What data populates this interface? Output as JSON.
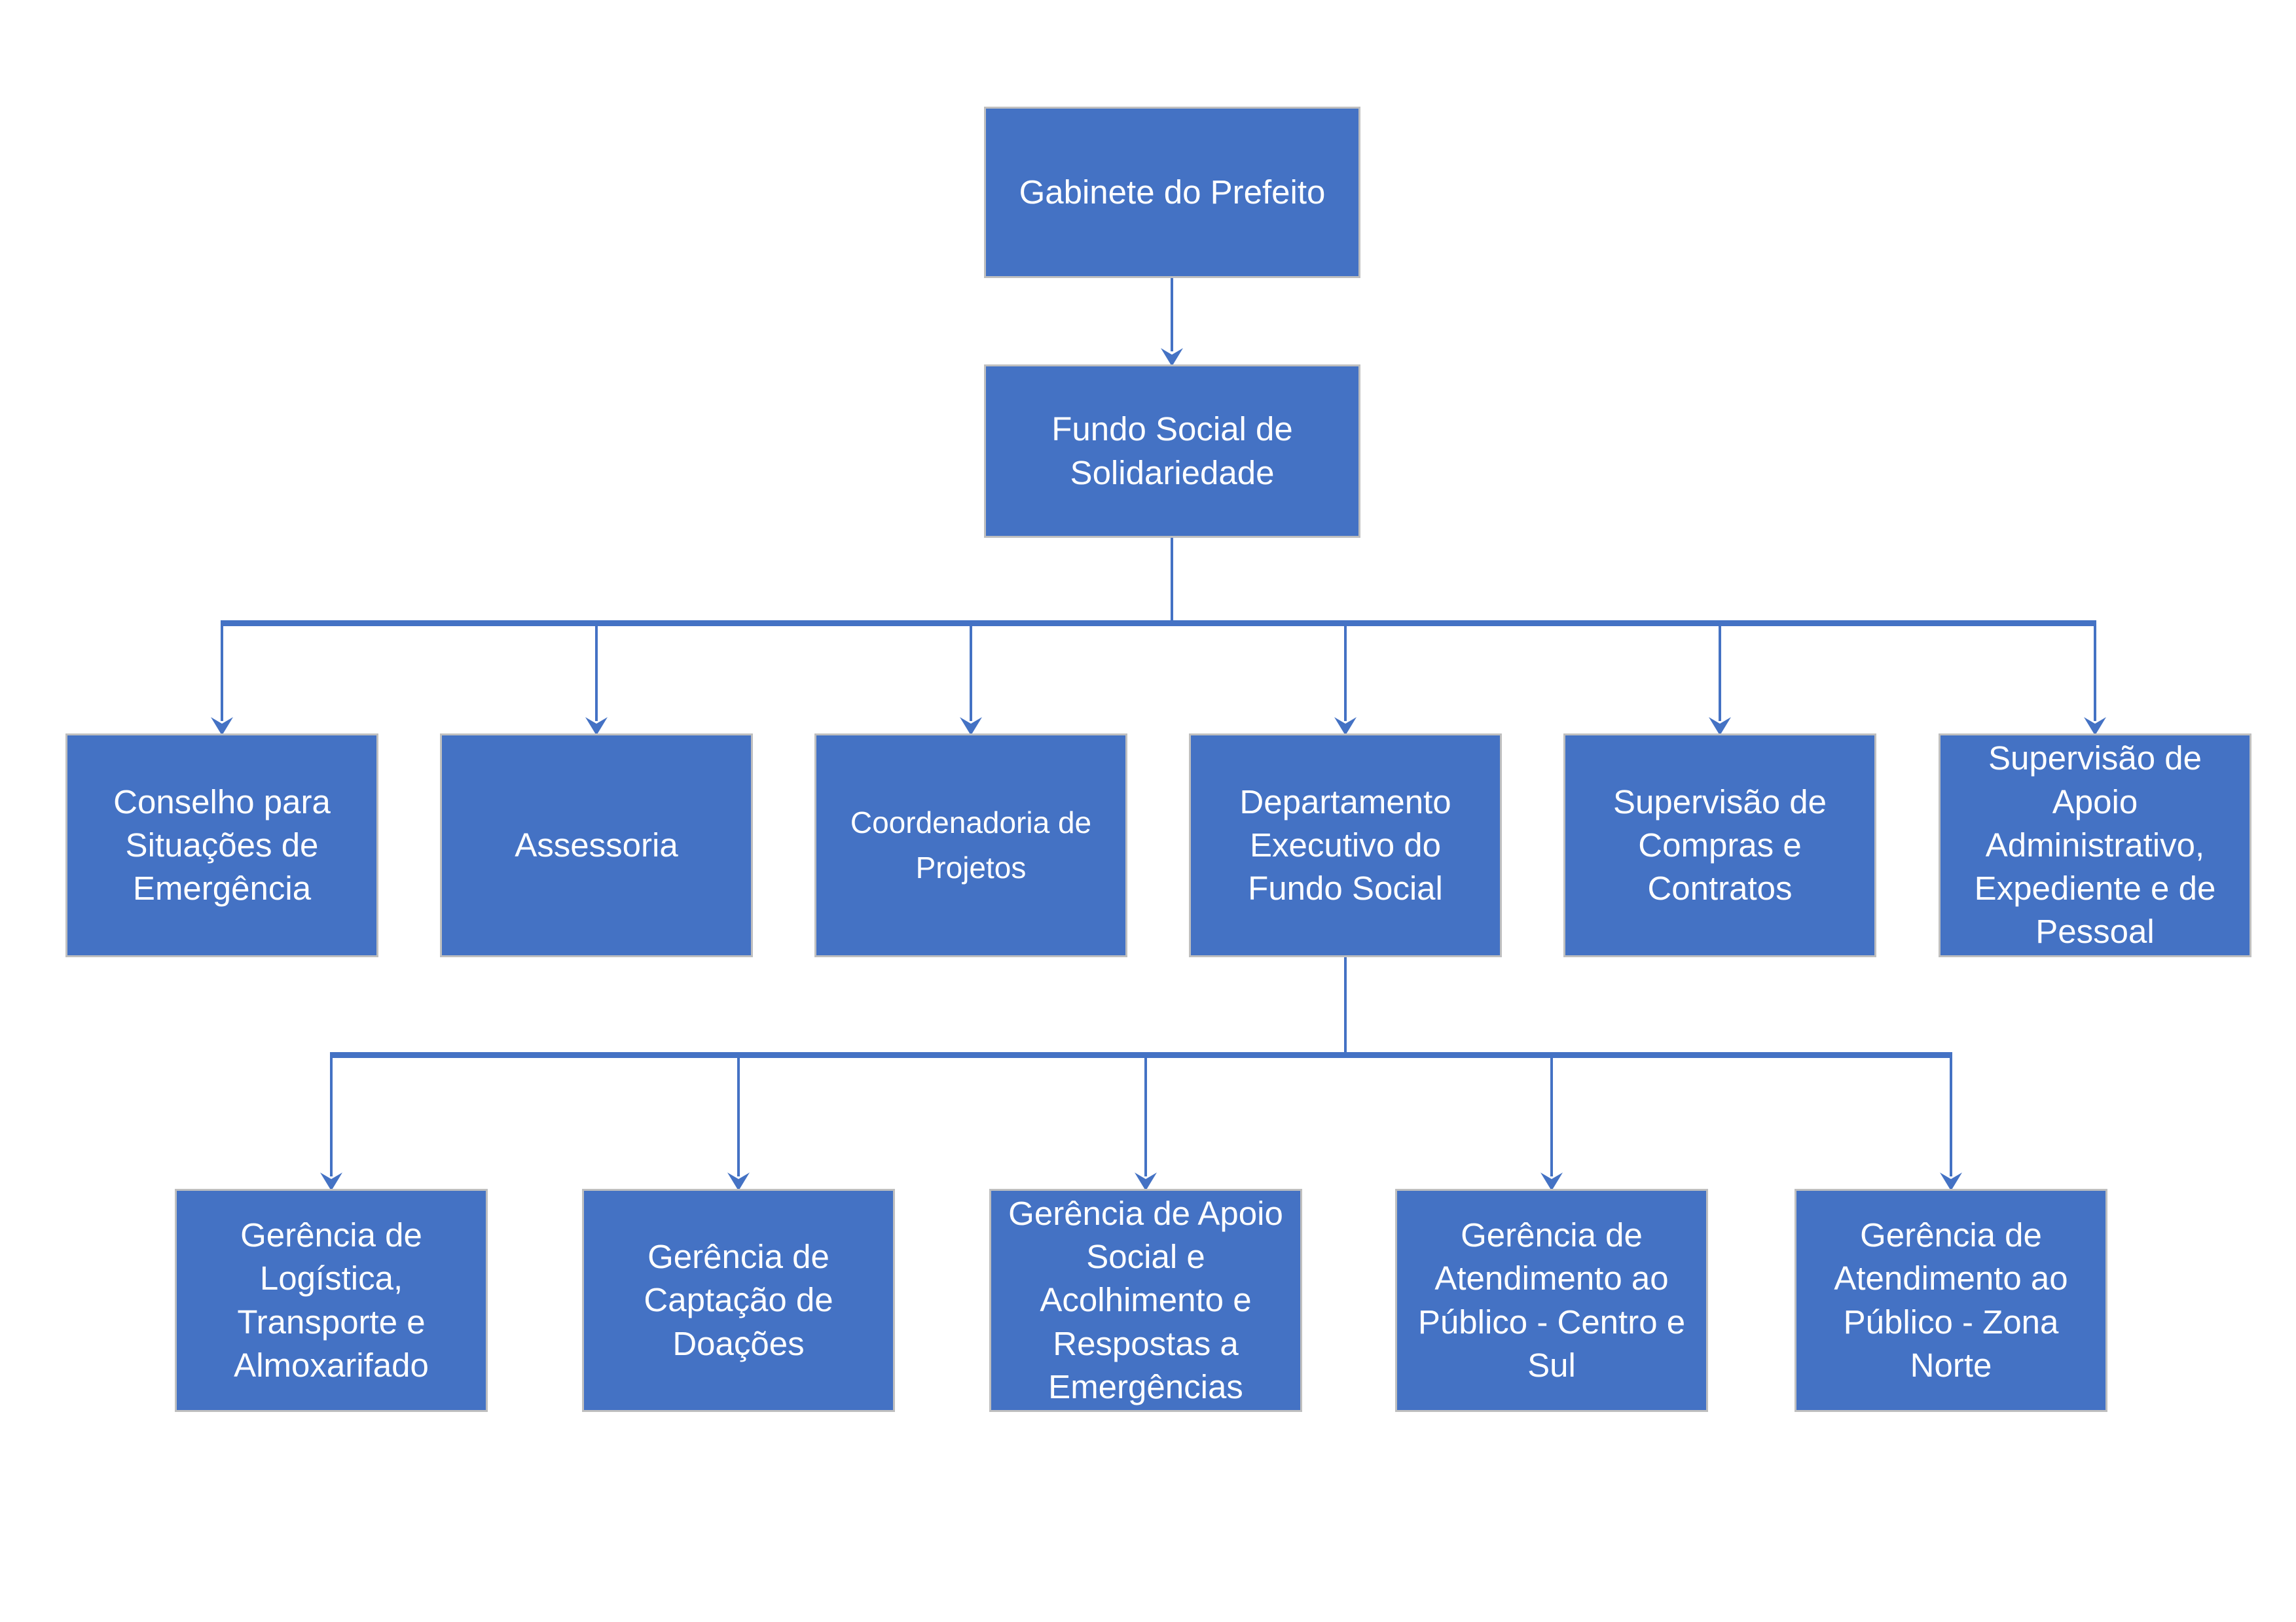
{
  "diagram": {
    "type": "org-chart",
    "colors": {
      "node_fill": "#4472C4",
      "node_border": "#BFBFBF",
      "node_text": "#FFFFFF",
      "connector": "#4472C4",
      "background": "#FFFFFF"
    },
    "root": {
      "label": "Gabinete do Prefeito"
    },
    "fund": {
      "label": "Fundo Social de\nSolidariedade"
    },
    "level3": [
      {
        "label": "Conselho para\nSituações de\nEmergência"
      },
      {
        "label": "Assessoria"
      },
      {
        "label": "Coordenadoria de\nProjetos"
      },
      {
        "label": "Departamento\nExecutivo do\nFundo Social"
      },
      {
        "label": "Supervisão de\nCompras e\nContratos"
      },
      {
        "label": "Supervisão de\nApoio\nAdministrativo,\nExpediente e de\nPessoal"
      }
    ],
    "level4": [
      {
        "label": "Gerência de\nLogística,\nTransporte e\nAlmoxarifado"
      },
      {
        "label": "Gerência de\nCaptação de\nDoações"
      },
      {
        "label": "Gerência de Apoio\nSocial e\nAcolhimento e\nRespostas a\nEmergências"
      },
      {
        "label": "Gerência de\nAtendimento ao\nPúblico - Centro e\nSul"
      },
      {
        "label": "Gerência de\nAtendimento ao\nPúblico - Zona\nNorte"
      }
    ]
  }
}
